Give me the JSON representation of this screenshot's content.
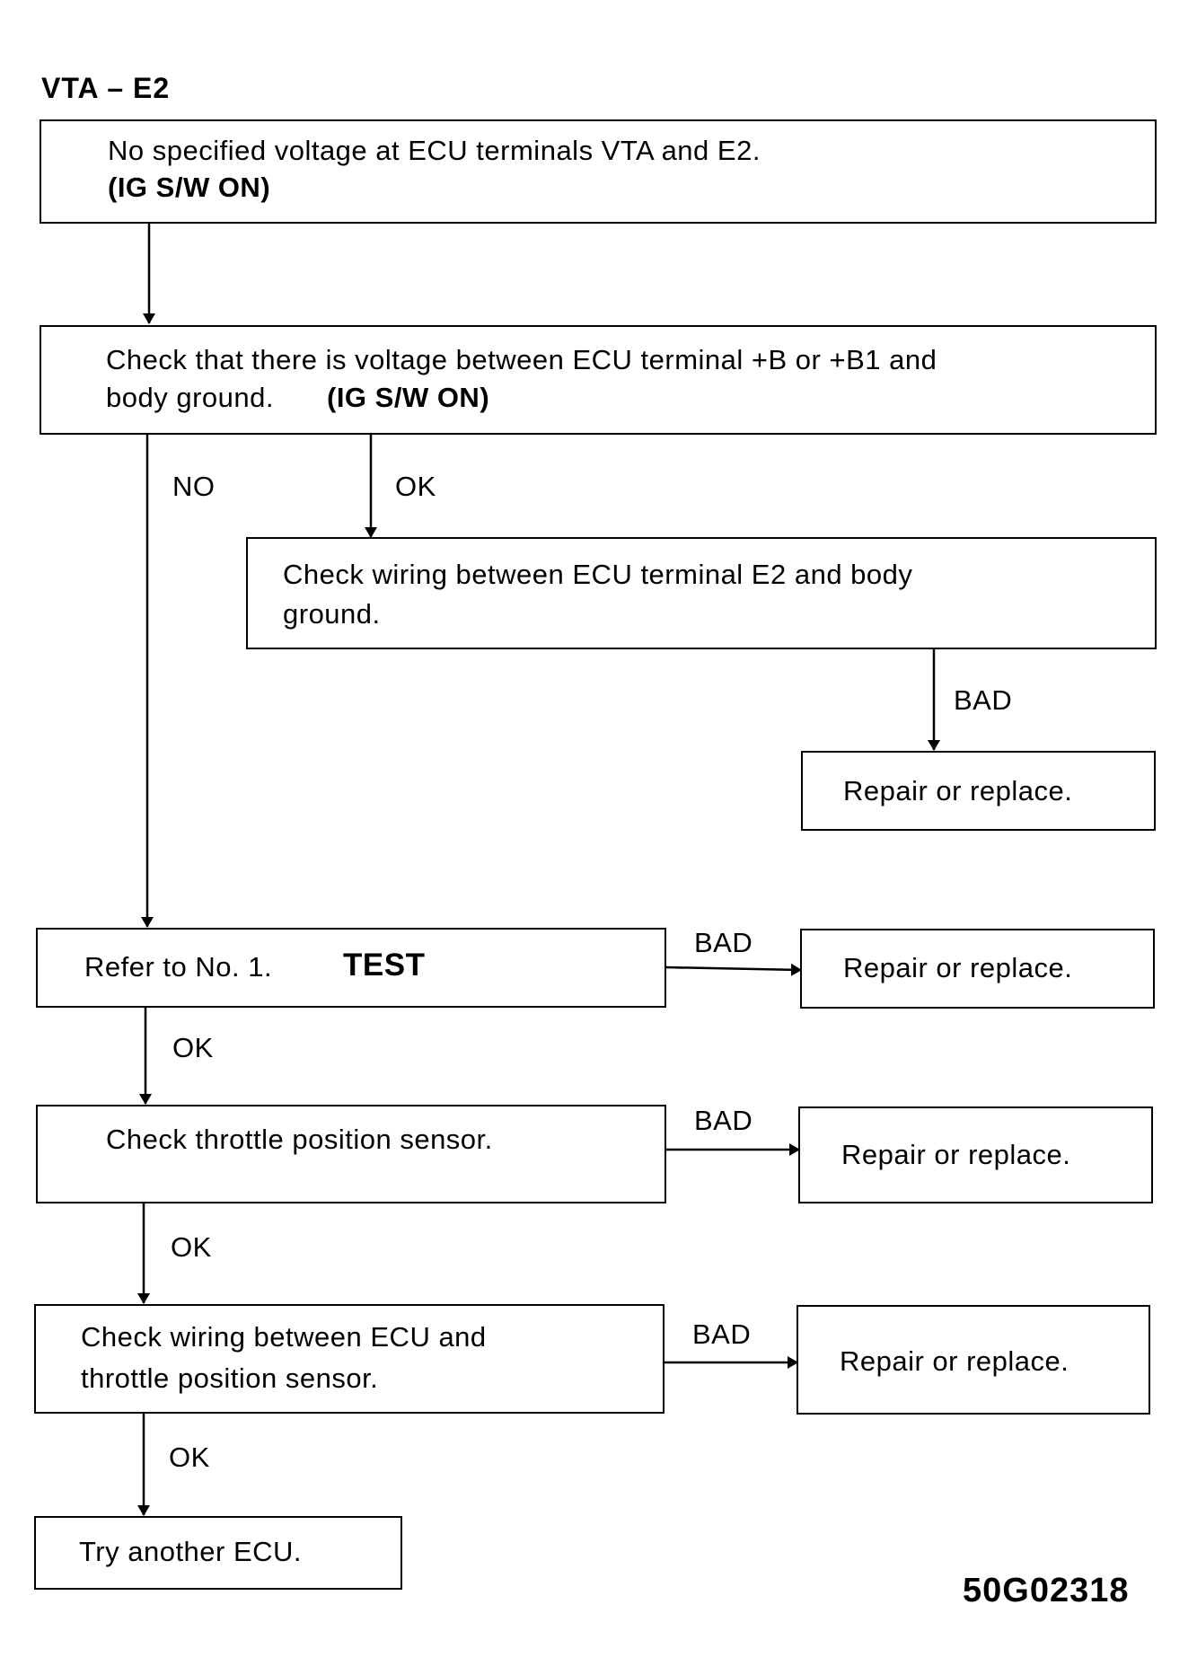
{
  "title": "VTA – E2",
  "boxes": {
    "b1": {
      "line1": "No specified voltage at ECU terminals VTA and E2.",
      "line2": "(IG S/W ON)"
    },
    "b2": {
      "line1": "Check that there is voltage between ECU terminal +B or +B1 and",
      "line2a": "body ground.",
      "line2b": "(IG S/W ON)"
    },
    "b3": {
      "line1": "Check wiring between ECU terminal E2 and body",
      "line2": "ground."
    },
    "b4": {
      "text": "Repair or replace."
    },
    "b5": {
      "text": "Refer to No. 1.",
      "bold": "TEST"
    },
    "b6": {
      "text": "Repair or replace."
    },
    "b7": {
      "text": "Check throttle position sensor."
    },
    "b8": {
      "text": "Repair or replace."
    },
    "b9": {
      "line1": "Check wiring between ECU and",
      "line2": "throttle position sensor."
    },
    "b10": {
      "text": "Repair or replace."
    },
    "b11": {
      "text": "Try another ECU."
    }
  },
  "labels": {
    "no": "NO",
    "ok1": "OK",
    "bad1": "BAD",
    "bad2": "BAD",
    "ok2": "OK",
    "bad3": "BAD",
    "ok3": "OK",
    "bad4": "BAD",
    "ok4": "OK"
  },
  "figure_code": "50G02318"
}
